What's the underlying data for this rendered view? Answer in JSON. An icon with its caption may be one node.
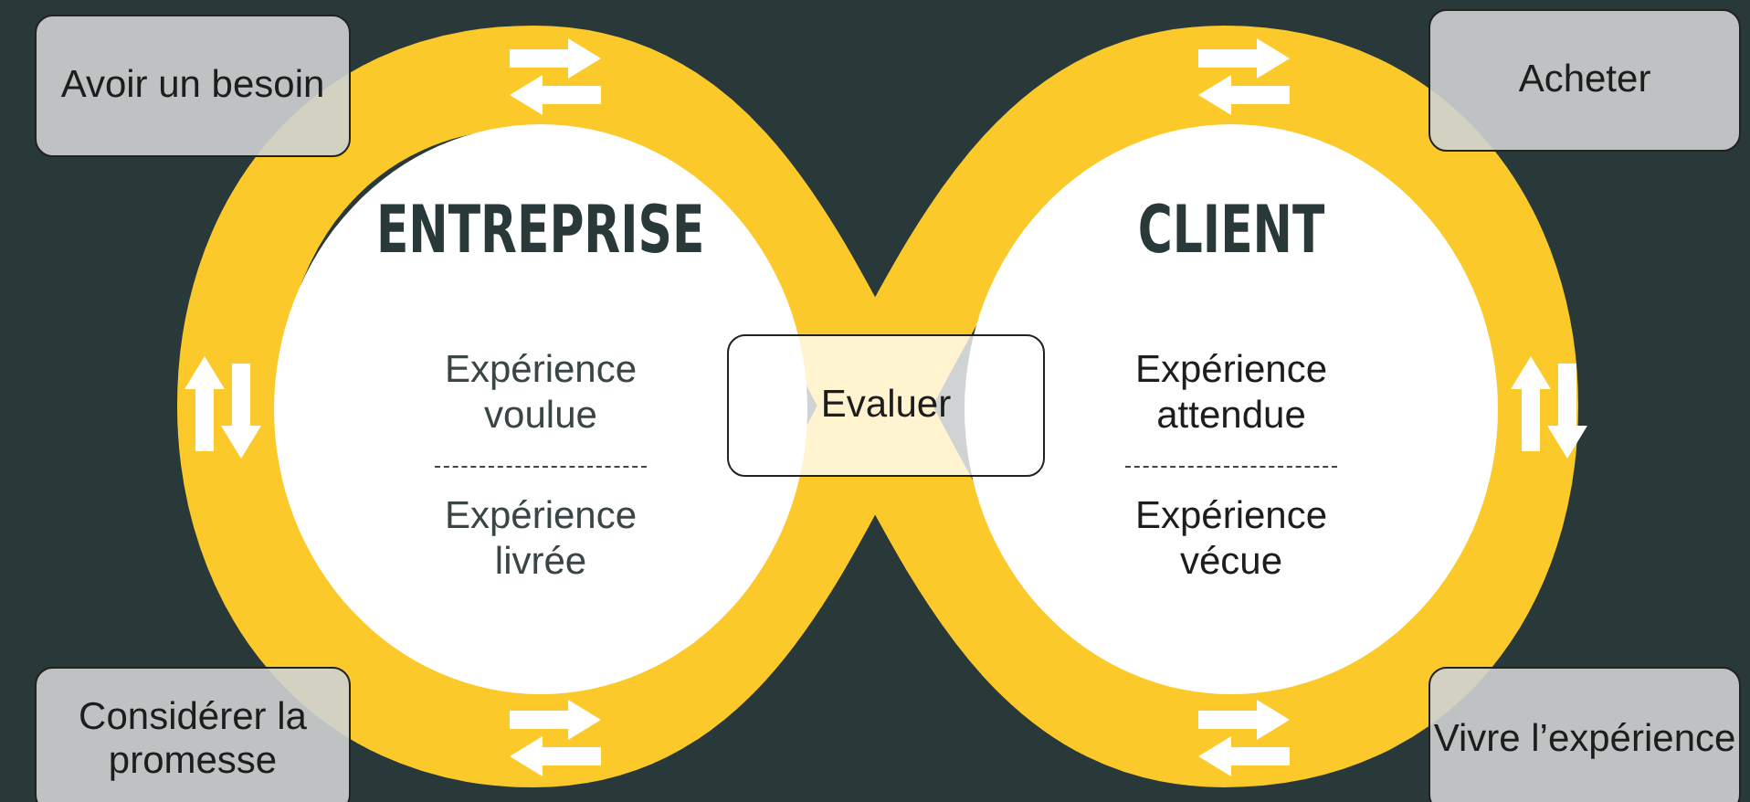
{
  "diagram": {
    "nodes": [
      {
        "text": [
          "Avoir un besoin"
        ]
      },
      {
        "text": [
          "Acheter"
        ]
      },
      {
        "text": [
          "ENTREPRISE",
          "Expérience voulue",
          "Expérience livrée"
        ]
      },
      {
        "text": [
          "CLIENT",
          "Expérience attendue",
          "Expérience vécue"
        ]
      },
      {
        "text": [
          "Evaluer"
        ]
      },
      {
        "text": [
          "Considérer la promesse"
        ]
      },
      {
        "text": [
          "Vivre l’expérience"
        ]
      }
    ]
  }
}
